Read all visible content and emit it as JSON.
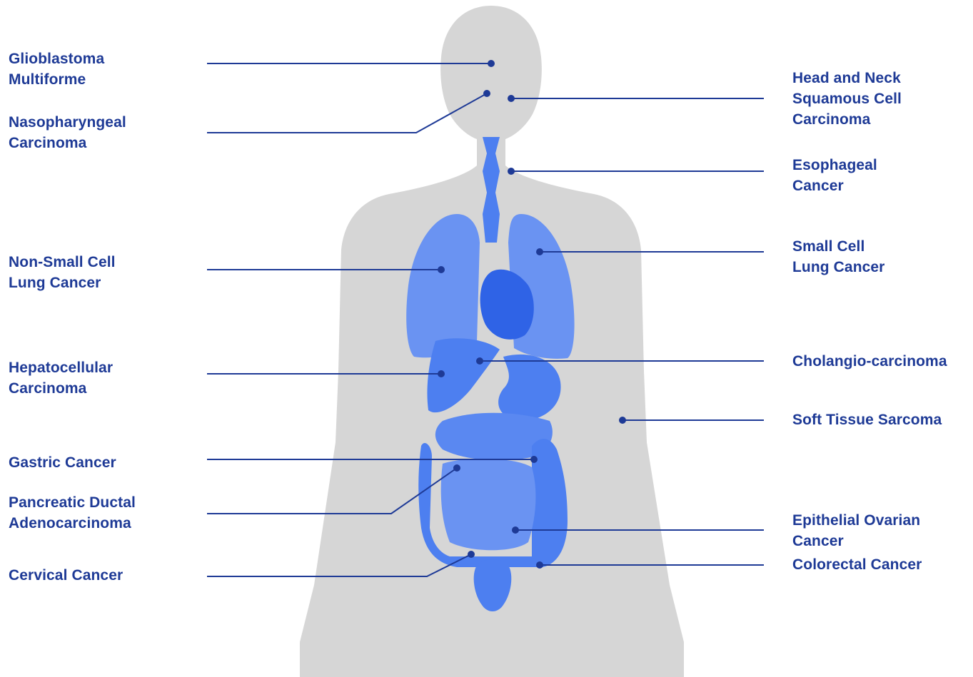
{
  "colors": {
    "label": "#1e3a96",
    "leader_line": "#1e3a96",
    "body_silhouette": "#d6d6d6",
    "organ_fill": "#4d7ff0",
    "organ_dark": "#2f63e6"
  },
  "labels": {
    "glioblastoma": "Glioblastoma\nMultiforme",
    "nasopharyngeal": "Nasopharyngeal\nCarcinoma",
    "nsclc": "Non-Small Cell\nLung Cancer",
    "hepatocellular": "Hepatocellular\nCarcinoma",
    "gastric": "Gastric Cancer",
    "pancreatic": "Pancreatic Ductal\nAdenocarcinoma",
    "cervical": "Cervical Cancer",
    "head_neck": "Head and Neck\nSquamous Cell\nCarcinoma",
    "esophageal": "Esophageal\nCancer",
    "sclc": "Small Cell\nLung Cancer",
    "cholangio": "Cholangio-carcinoma",
    "soft_tissue": "Soft Tissue Sarcoma",
    "ovarian": "Epithelial Ovarian\nCancer",
    "colorectal": "Colorectal Cancer"
  }
}
